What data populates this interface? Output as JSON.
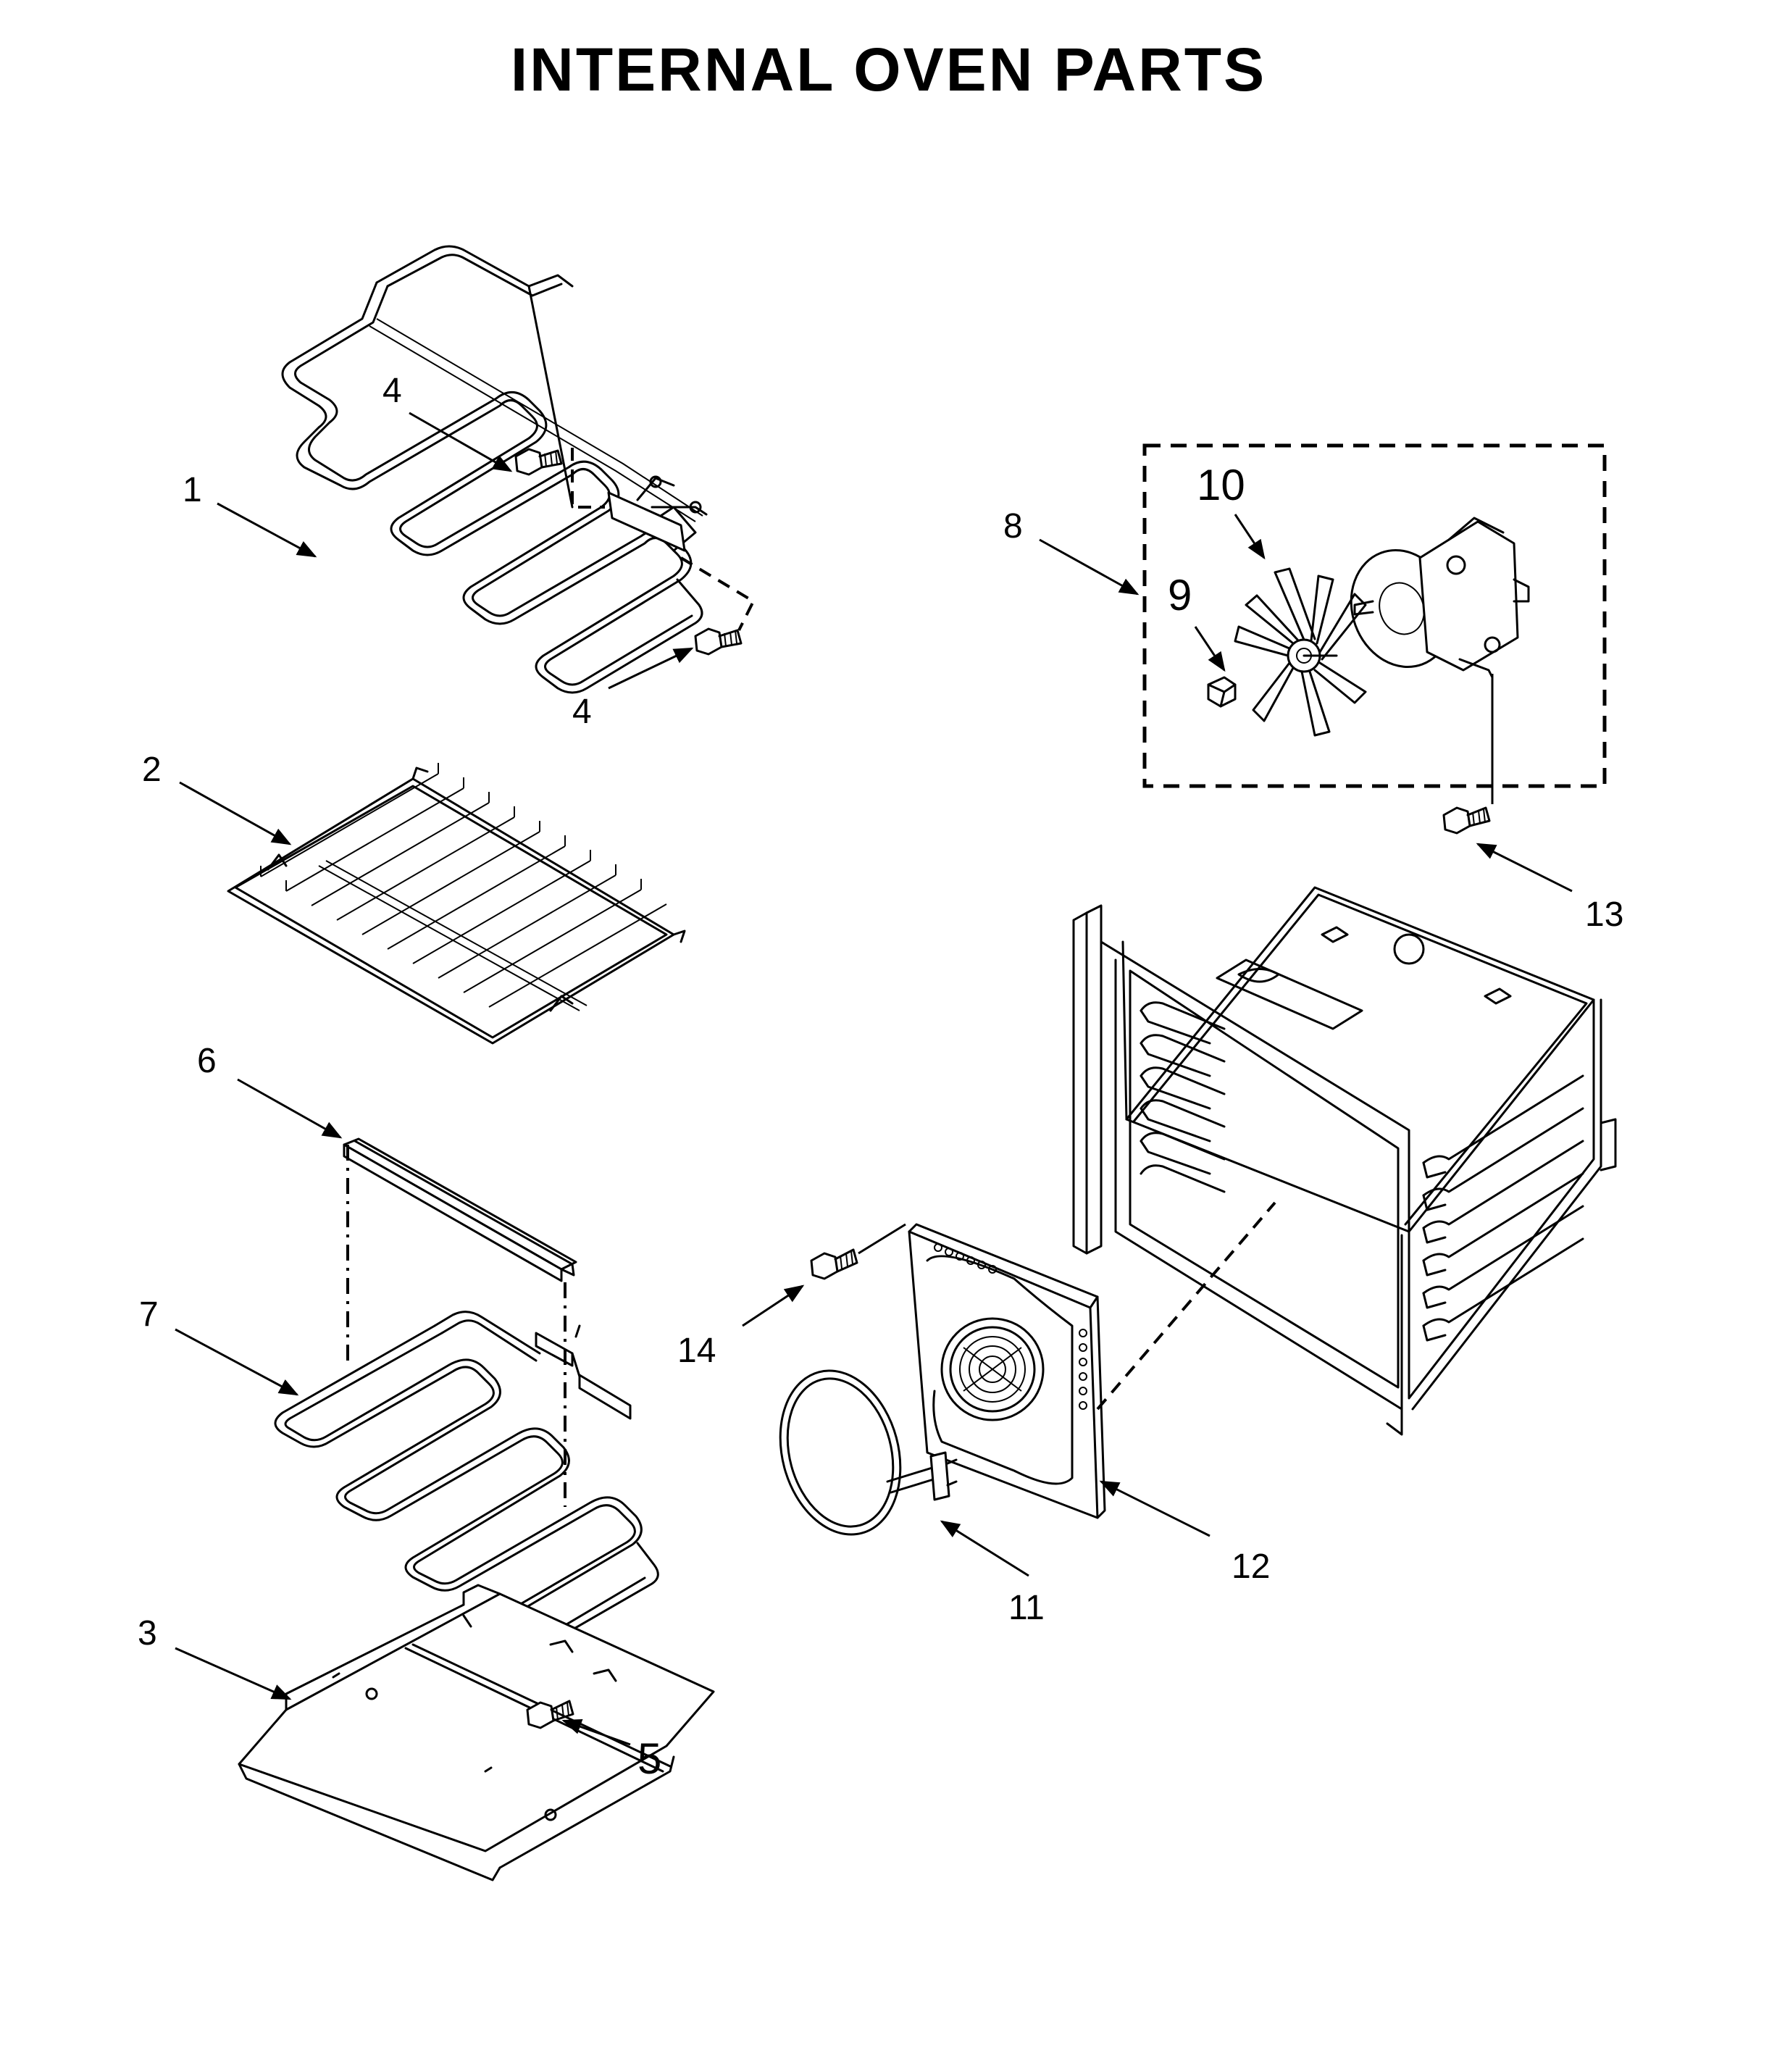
{
  "title": "INTERNAL OVEN PARTS",
  "callouts": {
    "c1": "1",
    "c2": "2",
    "c3": "3",
    "c4a": "4",
    "c4b": "4",
    "c5": "5",
    "c6": "6",
    "c7": "7",
    "c8": "8",
    "c9": "9",
    "c10": "10",
    "c11": "11",
    "c12": "12",
    "c13": "13",
    "c14": "14"
  }
}
